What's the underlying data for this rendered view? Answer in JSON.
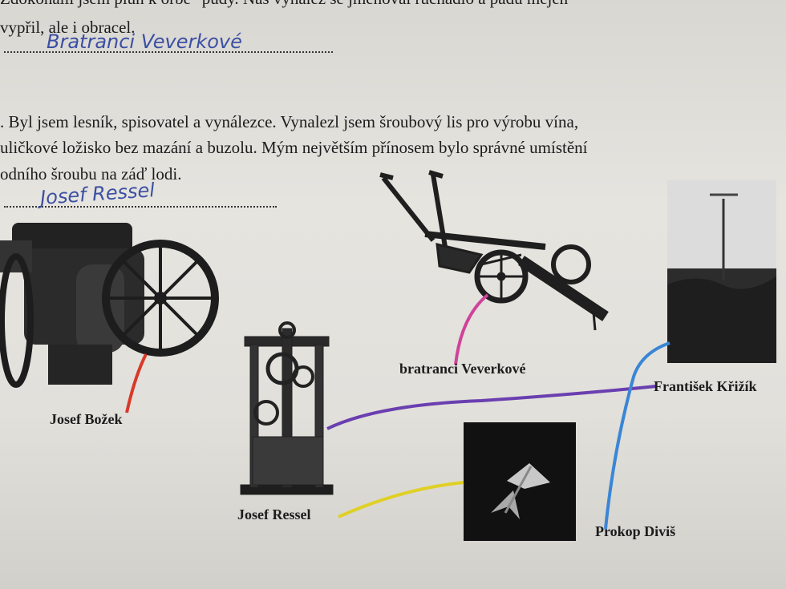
{
  "worksheet": {
    "top_cut_line": "Zdokonalil jsem pluh k orbě \"půdy. Nás vynález se jmenoval ruchadlo a pádu mejen",
    "top_line2": "vypřil, ale i obracel.",
    "answer1": "Bratranci Veverkové",
    "q2_line1": ". Byl jsem lesník, spisovatel a vynálezce. Vynalezl jsem šroubový lis pro výrobu vína,",
    "q2_line2": "uličkové ložisko bez mazání a buzolu. Mým největším přínosem bylo správné umístění",
    "q2_line3": "odního šroubu na záď lodi.",
    "answer2": "Josef Ressel"
  },
  "labels": {
    "bozek": "Josef  Božek",
    "veverkove": "bratranci Veverkové",
    "krizik": "František Křižík",
    "ressel": "Josef Ressel",
    "divis": "Prokop Diviš"
  },
  "colors": {
    "red_line": "#d83a2a",
    "pink_line": "#d0439a",
    "purple_line": "#6a3fb0",
    "blue_line": "#3a86d6",
    "yellow_line": "#e0d024"
  }
}
